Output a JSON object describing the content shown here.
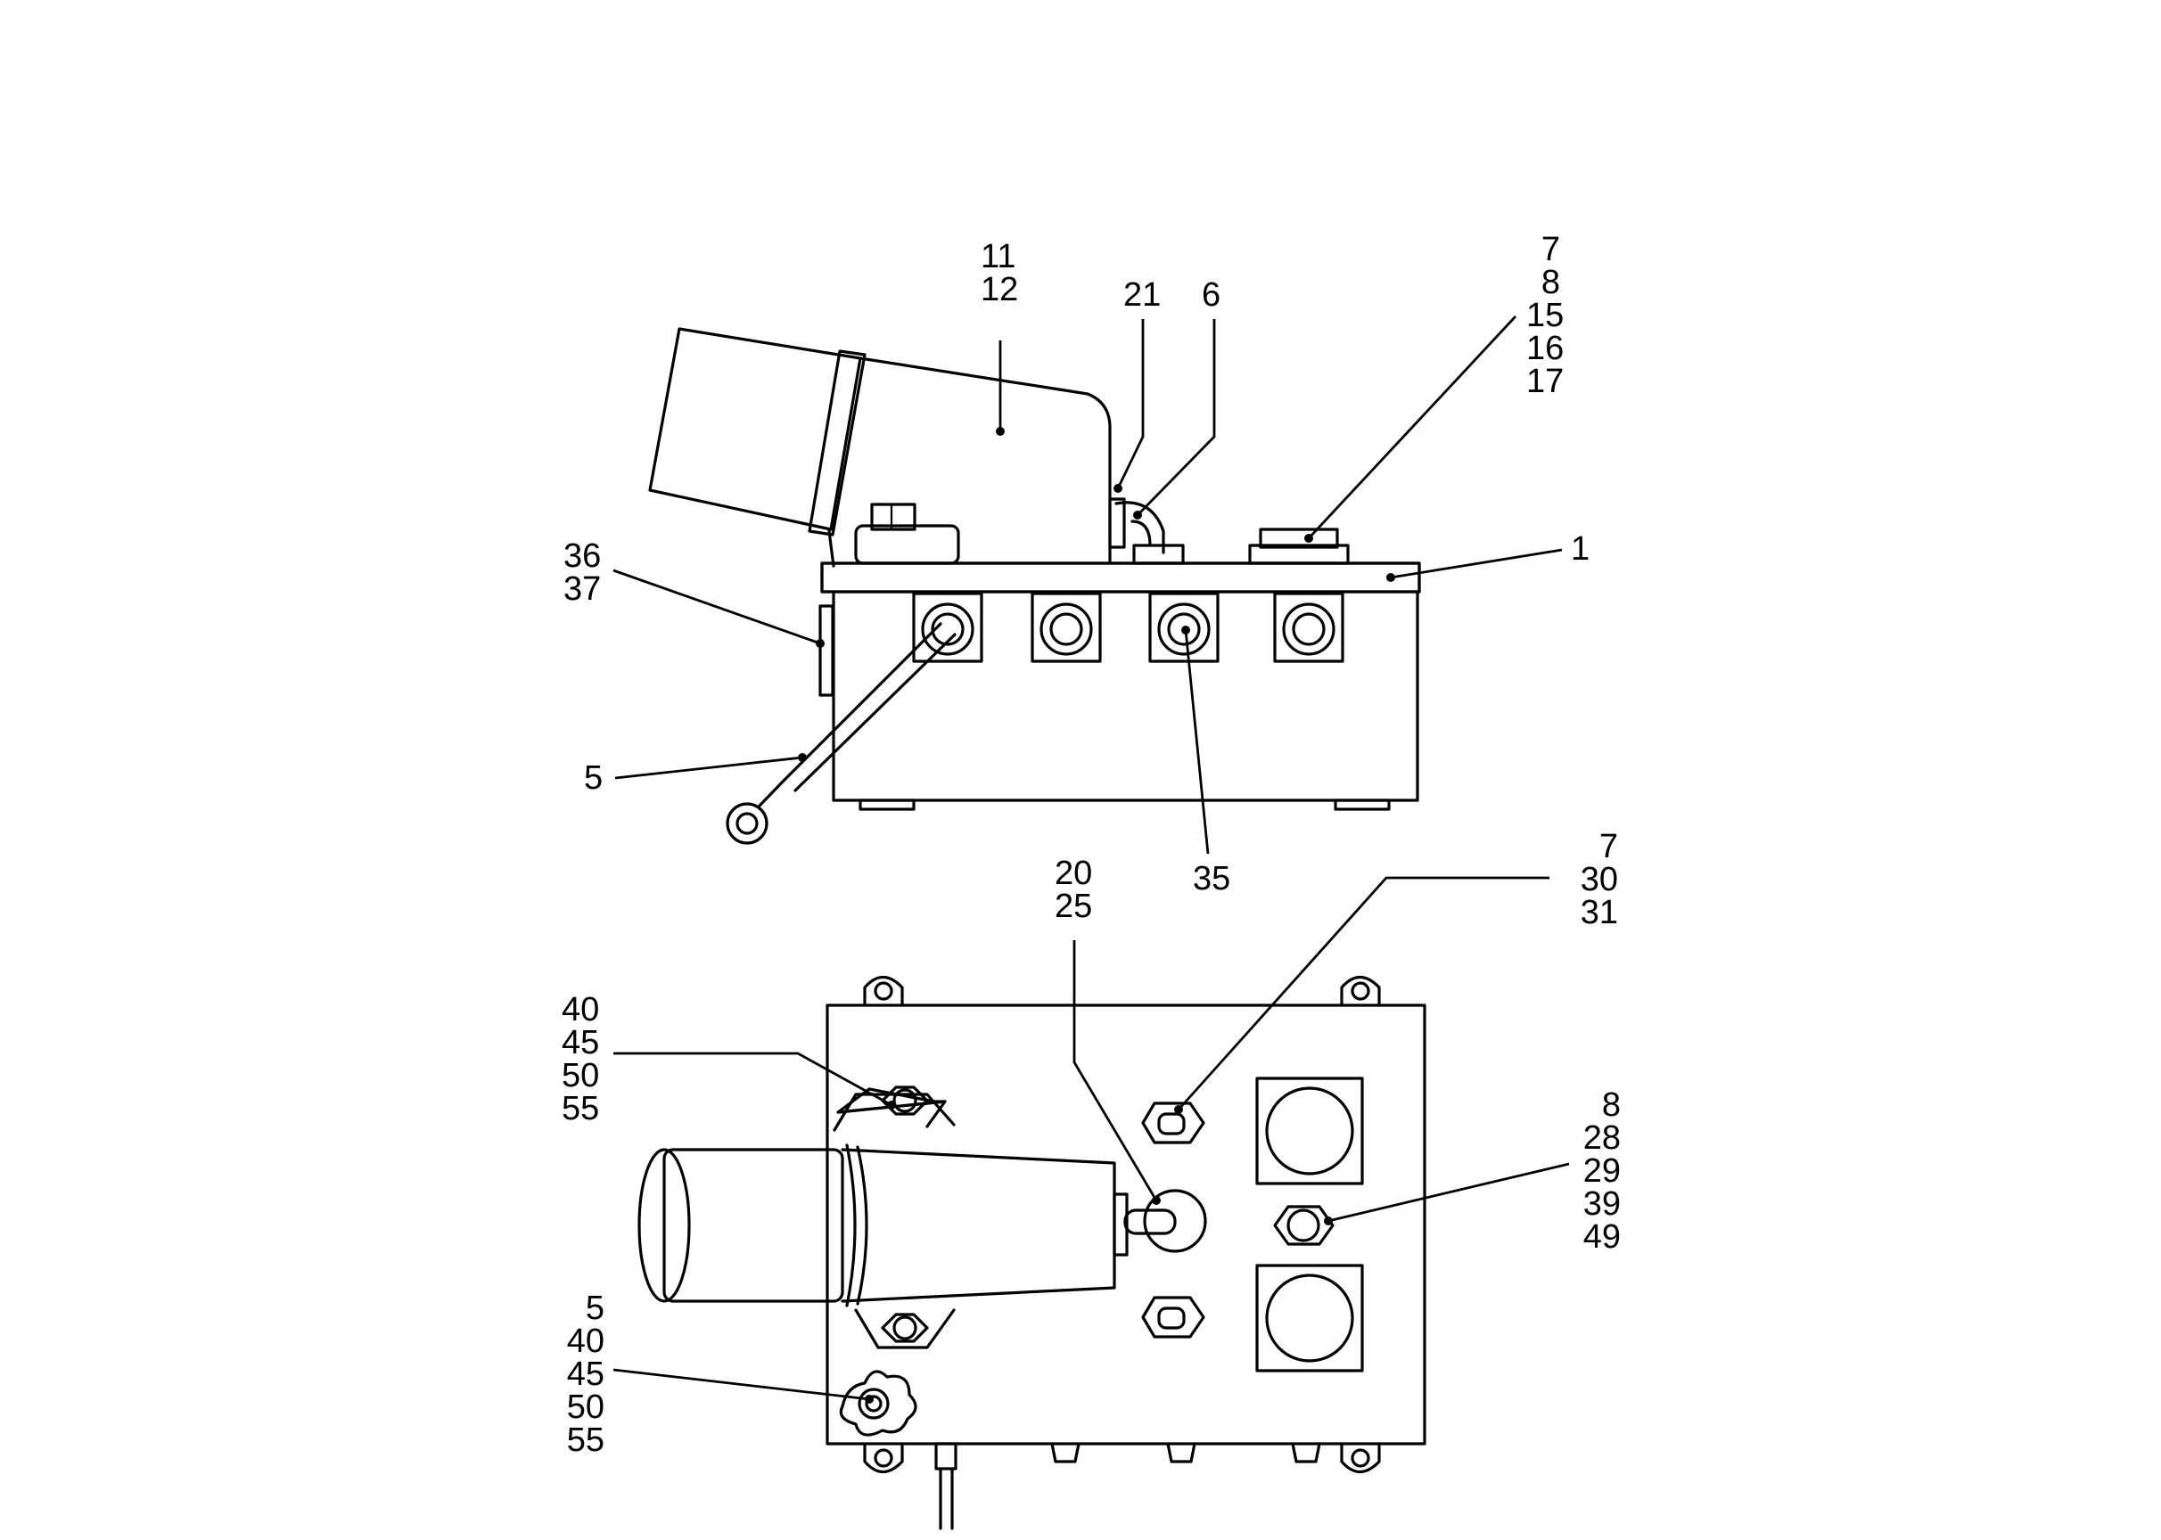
{
  "callouts": [
    {
      "id": "11-12",
      "lines": [
        "11",
        "12"
      ]
    },
    {
      "id": "21",
      "lines": [
        "21"
      ]
    },
    {
      "id": "6",
      "lines": [
        "6"
      ]
    },
    {
      "id": "7-8-15-16-17",
      "lines": [
        "7",
        "8",
        "15",
        "16",
        "17"
      ]
    },
    {
      "id": "1",
      "lines": [
        "1"
      ]
    },
    {
      "id": "36-37",
      "lines": [
        "36",
        "37"
      ]
    },
    {
      "id": "5-top",
      "lines": [
        "5"
      ]
    },
    {
      "id": "35",
      "lines": [
        "35"
      ]
    },
    {
      "id": "20-25",
      "lines": [
        "20",
        "25"
      ]
    },
    {
      "id": "7-30-31",
      "lines": [
        "7",
        "30",
        "31"
      ]
    },
    {
      "id": "40-45-50-55",
      "lines": [
        "40",
        "45",
        "50",
        "55"
      ]
    },
    {
      "id": "8-28-29-39-49",
      "lines": [
        "8",
        "28",
        "29",
        "39",
        "49"
      ]
    },
    {
      "id": "5-40-45-50-55",
      "lines": [
        "5",
        "40",
        "45",
        "50",
        "55"
      ]
    }
  ]
}
